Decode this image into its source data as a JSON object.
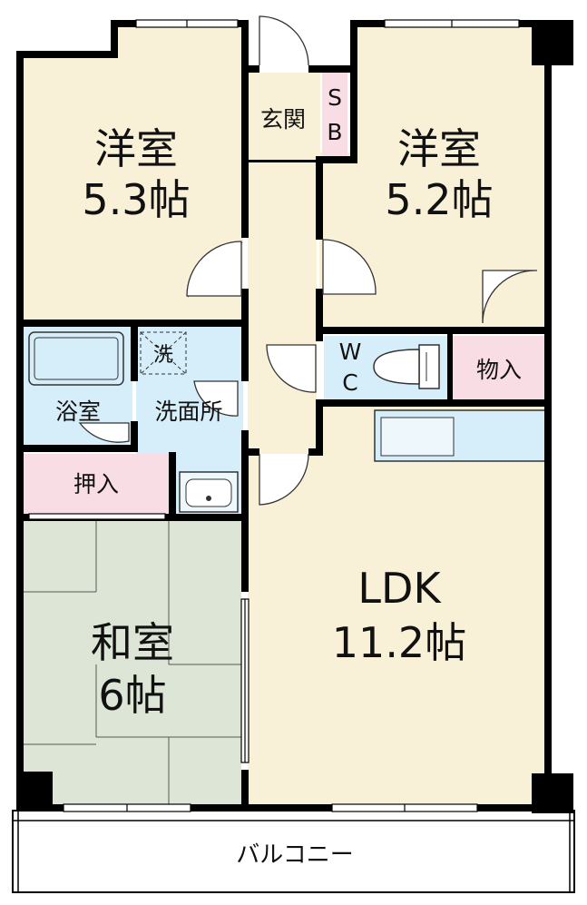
{
  "rooms": {
    "western_left": {
      "name": "洋室",
      "size": "5.3帖"
    },
    "western_right": {
      "name": "洋室",
      "size": "5.2帖"
    },
    "genkan": "玄関",
    "shoe_box": [
      "S",
      "B"
    ],
    "walk_in_closet": [
      "W",
      "C"
    ],
    "storage": "物入",
    "bath": "浴室",
    "washroom": "洗面所",
    "washer": "洗",
    "closet": "押入",
    "japanese": {
      "name": "和室",
      "size": "6帖"
    },
    "ldk": {
      "name": "LDK",
      "size": "11.2帖"
    },
    "balcony": "バルコニー"
  },
  "colors": {
    "wood_floor": "#f9f0d8",
    "wet_area": "#d6eefa",
    "storage": "#f9dde4",
    "tatami": "#dde6d6",
    "wall": "#000000",
    "balcony": "#ffffff"
  }
}
